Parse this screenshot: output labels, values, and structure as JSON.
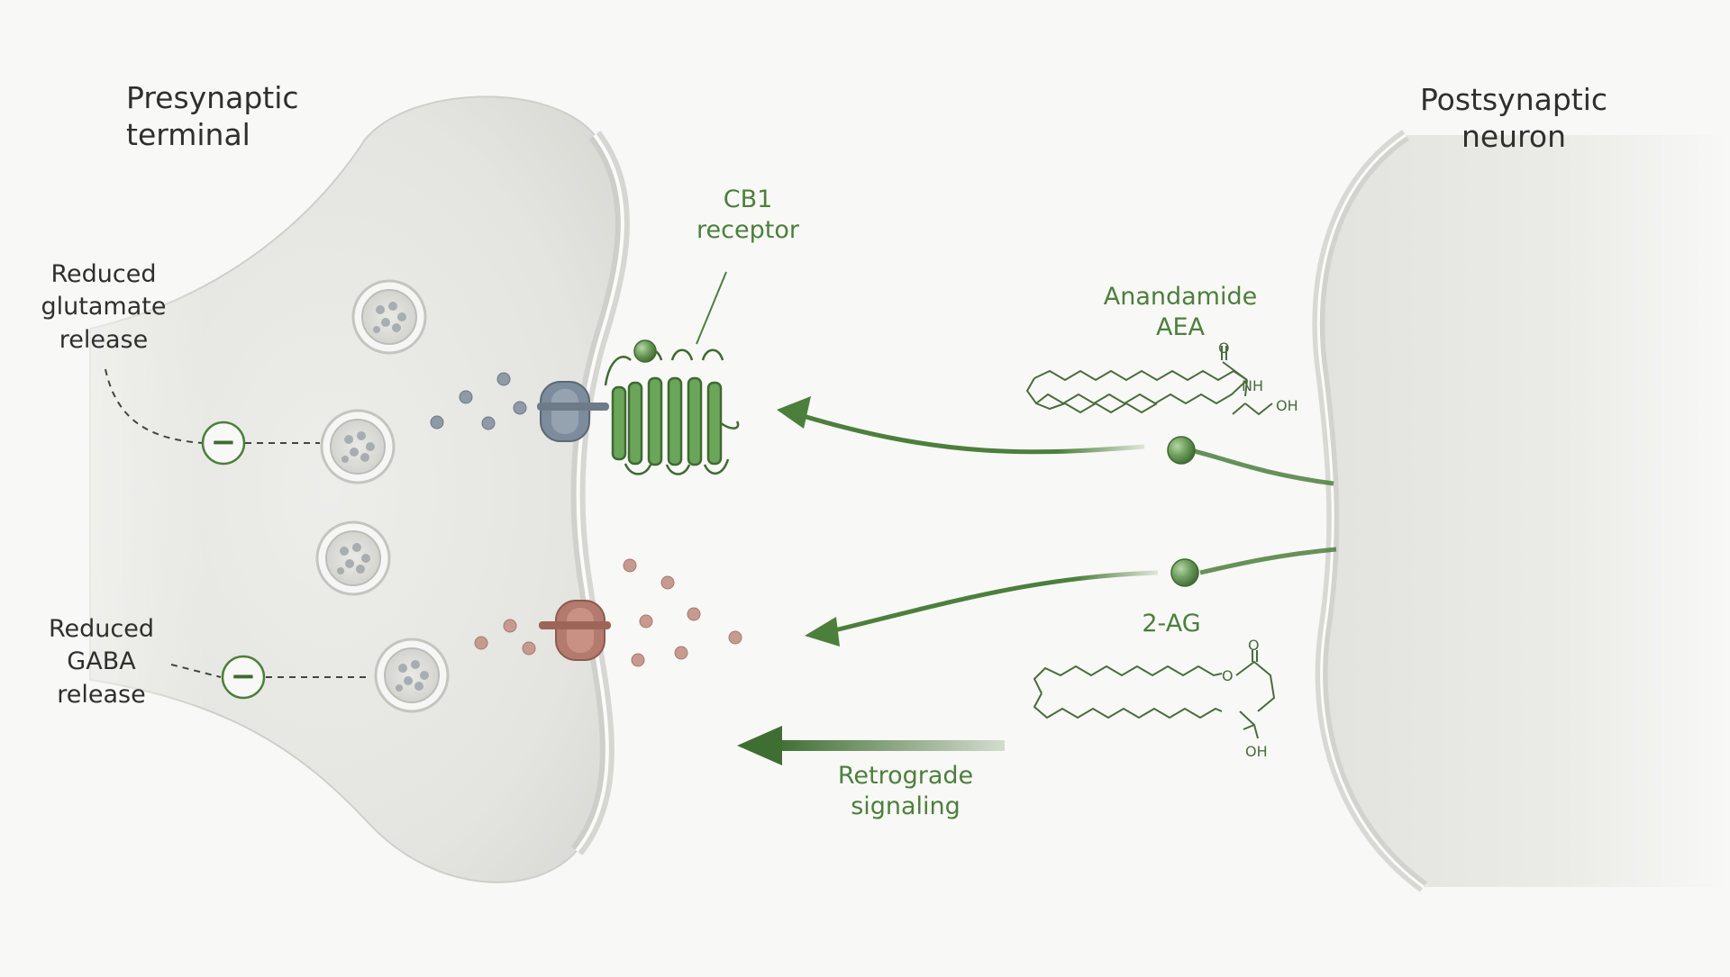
{
  "labels": {
    "presynaptic": "Presynaptic\nterminal",
    "postsynaptic": "Postsynaptic\nneuron",
    "reduced_glutamate": "Reduced\nglutamate\nrelease",
    "reduced_gaba": "Reduced\nGABA\nrelease",
    "cb1": "CB1\nreceptor",
    "anandamide": "Anandamide\nAEA",
    "two_ag": "2-AG",
    "retrograde": "Retrograde\nsignaling"
  },
  "inhibition_symbol": "−",
  "structure_atoms": {
    "aea_o": "O",
    "aea_nh": "NH",
    "aea_oh": "OH",
    "ag_o_top": "O",
    "ag_o_mid": "O",
    "ag_oh": "OH"
  },
  "colors": {
    "background": "#f8f8f6",
    "cell": "#e6e6e2",
    "accent_green": "#4c7f3c",
    "receptor_green": "#6aa55a",
    "glutamate_channel": "#7d8c9c",
    "gaba_channel": "#b47a6e",
    "text": "#2f2f2d"
  }
}
